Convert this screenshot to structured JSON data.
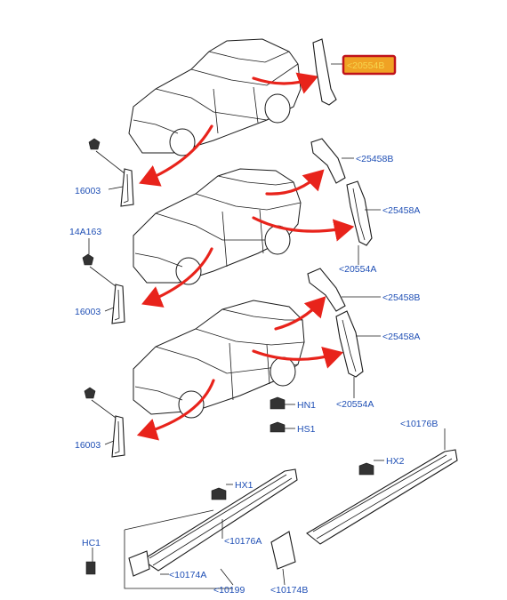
{
  "colors": {
    "accent_red": "#e8231b",
    "label_blue": "#1f4fb5",
    "highlight_fill": "#f0a224",
    "line": "#1a1a1a"
  },
  "labels": {
    "top_part": "<20554B",
    "car2_upper": "<25458B",
    "car2_lower": "<25458A",
    "car2_bottom": "<20554A",
    "car3_upper": "<25458B",
    "car3_lower": "<25458A",
    "car3_bottom": "<20554A",
    "left1": "16003",
    "left2_top": "14A163",
    "left2": "16003",
    "left3": "16003",
    "hn1": "HN1",
    "hs1": "HS1",
    "hx1": "HX1",
    "hx2": "HX2",
    "hc1": "HC1",
    "r10176b": "<10176B",
    "r10176a": "<10176A",
    "r10174a": "<10174A",
    "r10199": "<10199",
    "r10174b": "<10174B"
  }
}
